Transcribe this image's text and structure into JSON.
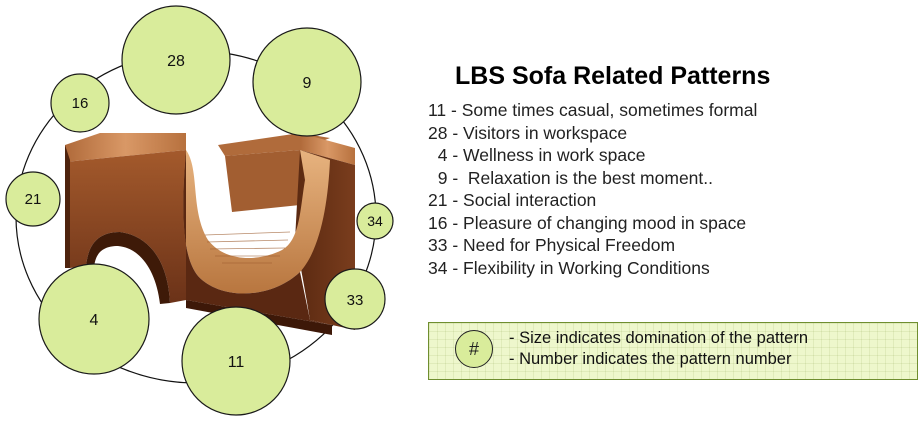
{
  "diagram": {
    "bubbles": [
      {
        "number": "28"
      },
      {
        "number": "9"
      },
      {
        "number": "16"
      },
      {
        "number": "21"
      },
      {
        "number": "34"
      },
      {
        "number": "33"
      },
      {
        "number": "4"
      },
      {
        "number": "11"
      }
    ],
    "colors": {
      "bubble_fill": "#d9ec9b",
      "bubble_stroke": "#1a1a1a",
      "sofa_light": "#c07a44",
      "sofa_dark": "#5e2c14"
    }
  },
  "panel": {
    "title": "LBS Sofa Related Patterns",
    "patterns": [
      "11 - Some times casual, sometimes formal",
      "28 - Visitors in workspace",
      "  4 - Wellness in work space",
      "  9 -  Relaxation is the best moment..",
      "21 - Social interaction",
      "16 - Pleasure of changing mood in space",
      "33 - Need for Physical Freedom",
      "34 - Flexibility in Working Conditions"
    ]
  },
  "legend": {
    "symbol": "#",
    "line1": "- Size indicates domination of the pattern",
    "line2": "- Number indicates the pattern number"
  }
}
